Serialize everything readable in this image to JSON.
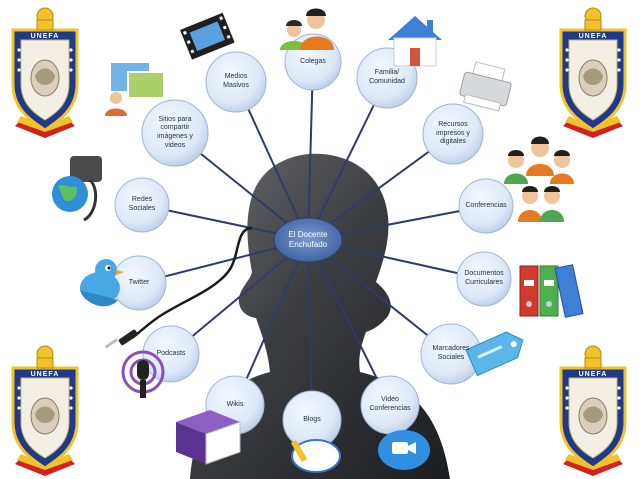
{
  "center": {
    "label": "El Docente\nEnchufado"
  },
  "crests": {
    "text": "UNEFA"
  },
  "icons": [
    "video-icon",
    "image-share-icon",
    "users-icon",
    "home-icon",
    "printer-icon",
    "group-icon",
    "globe-icon",
    "binders-icon",
    "twitter-bird-icon",
    "tag-icon",
    "podcast-icon",
    "video-call-icon",
    "blog-icon",
    "cube-icon",
    "audio-plug-icon"
  ],
  "nodes": [
    {
      "id": "medios-masivos",
      "label": "Medios\nMasivos"
    },
    {
      "id": "colegas",
      "label": "Colegas"
    },
    {
      "id": "familia-comunidad",
      "label": "Familia/\nComunidad"
    },
    {
      "id": "sitios-compartir",
      "label": "Sitios para\ncompartir\nimágenes y\nvideos"
    },
    {
      "id": "recursos-impresos",
      "label": "Recursos\nimpresos y\ndigitales"
    },
    {
      "id": "redes-sociales",
      "label": "Redes\nSociales"
    },
    {
      "id": "conferencias",
      "label": "Conferencias"
    },
    {
      "id": "twitter",
      "label": "Twitter"
    },
    {
      "id": "documentos-curriculares",
      "label": "Documentos\nCurriculares"
    },
    {
      "id": "podcasts",
      "label": "Podcasts"
    },
    {
      "id": "marcadores-sociales",
      "label": "Marcadores\nSociales"
    },
    {
      "id": "wikis",
      "label": "Wikis"
    },
    {
      "id": "blogs",
      "label": "Blogs"
    },
    {
      "id": "video-conferencias",
      "label": "Video\nConferencias"
    }
  ]
}
